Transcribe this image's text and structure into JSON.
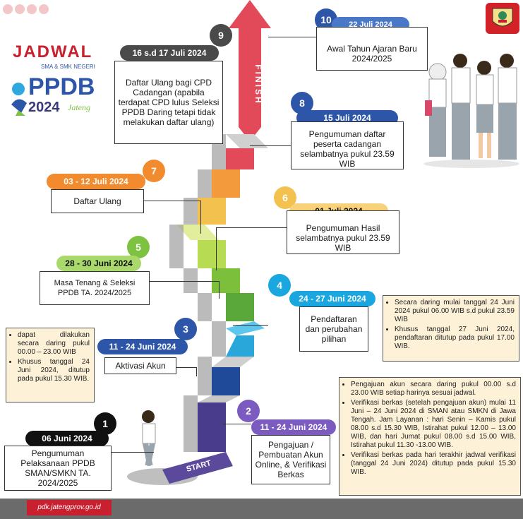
{
  "header": {
    "title": "JADWAL",
    "logo_text_top": "SMA & SMK NEGERI",
    "logo_text_main": "PPDB",
    "logo_text_year": "2024",
    "logo_text_region": "Jateng"
  },
  "labels": {
    "finish": "FINISH",
    "start": "START"
  },
  "steps": [
    {
      "num": "1",
      "date": "06 Juni 2024",
      "text": "Pengumuman Pelaksanaan PPDB SMAN/SMKN TA. 2024/2025",
      "color": "#111111"
    },
    {
      "num": "2",
      "date": "11 - 24 Juni 2024",
      "text": "Pengajuan / Pembuatan Akun Online, & Verifikasi Berkas",
      "color": "#7b5bbf"
    },
    {
      "num": "3",
      "date": "11 - 24 Juni 2024",
      "text": "Aktivasi Akun",
      "color": "#2e56a8"
    },
    {
      "num": "4",
      "date": "24 - 27 Juni 2024",
      "text": "Pendaftaran dan perubahan pilihan",
      "color": "#1aa7e0"
    },
    {
      "num": "5",
      "date": "28 - 30 Juni 2024",
      "text": "Masa Tenang  & Seleksi PPDB  TA. 2024/2025",
      "color": "#7ec242"
    },
    {
      "num": "6",
      "date": "01  Juli  2024",
      "text": "Pengumuman Hasil selambatnya pukul 23.59 WIB",
      "color": "#f2c14e"
    },
    {
      "num": "7",
      "date": "03 - 12 Juli  2024",
      "text": "Daftar Ulang",
      "color": "#f28a2e"
    },
    {
      "num": "8",
      "date": "15 Juli  2024",
      "text": "Pengumuman daftar peserta cadangan selambatnya pukul 23.59 WIB",
      "color": "#2e56a8"
    },
    {
      "num": "9",
      "date": "16 s.d 17 Juli 2024",
      "text": "Daftar Ulang bagi CPD Cadangan (apabila terdapat CPD lulus Seleksi PPDB Daring tetapi tidak melakukan daftar ulang)",
      "color": "#4a4a4a"
    },
    {
      "num": "10",
      "date": "22 Juli  2024",
      "text": "Awal  Tahun Ajaran Baru 2024/2025",
      "color": "#2e56a8"
    }
  ],
  "notes": {
    "step3": [
      "dapat dilakukan secara daring pukul 00.00 – 23.00 WIB",
      "Khusus tanggal 24 Juni 2024, ditutup pada pukul 15.30 WIB."
    ],
    "step4": [
      "Secara daring mulai tanggal 24 Juni 2024 pukul 06.00 WIB s.d pukul 23.59 WIB",
      "Khusus tanggal 27 Juni 2024, pendaftaran ditutup pada pukul 17.00 WIB."
    ],
    "step2": [
      "Pengajuan akun secara daring pukul 00.00 s.d 23.00 WIB setiap harinya sesuai jadwal.",
      "Verifikasi berkas (setelah pengajuan akun) mulai 11 Juni – 24 Juni 2024 di SMAN atau SMKN di Jawa Tengah. Jam Layanan : hari Senin – Kamis pukul 08.00 s.d 15.30 WIB, Istirahat pukul 12.00 – 13.00 WIB, dan hari Jumat pukul 08.00 s.d 15.00 WIB, Istirahat pukul 11.30 -13.00 WIB.",
      "Verifikasi berkas pada hari terakhir jadwal verifikasi (tanggal 24 Juni 2024) ditutup pada pukul 15.30 WIB."
    ]
  },
  "footer": {
    "site": "pdk.jatengprov.go.id"
  },
  "colors": {
    "accent_red": "#c8202f",
    "footer_gray": "#6b6b6b",
    "note_bg": "#fdf1d7"
  }
}
